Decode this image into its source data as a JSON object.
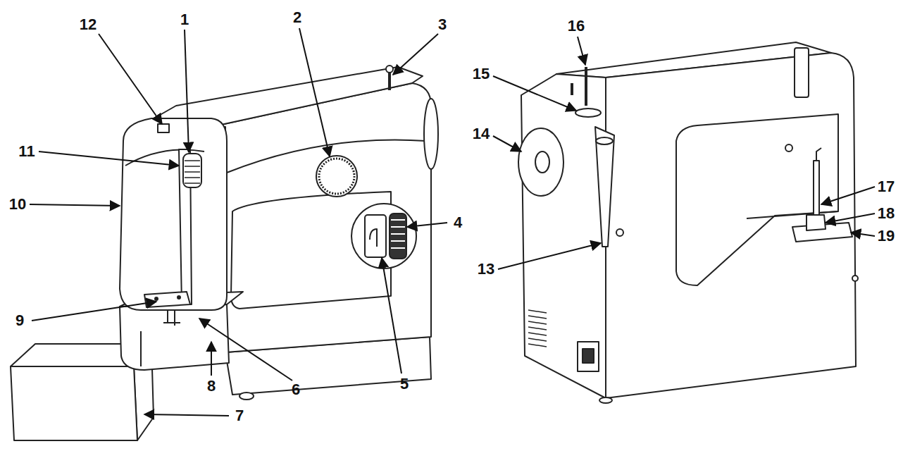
{
  "diagram": {
    "labels": [
      "12",
      "1",
      "2",
      "3",
      "11",
      "10",
      "4",
      "9",
      "5",
      "6",
      "8",
      "7",
      "16",
      "15",
      "14",
      "13",
      "17",
      "18",
      "19"
    ]
  }
}
